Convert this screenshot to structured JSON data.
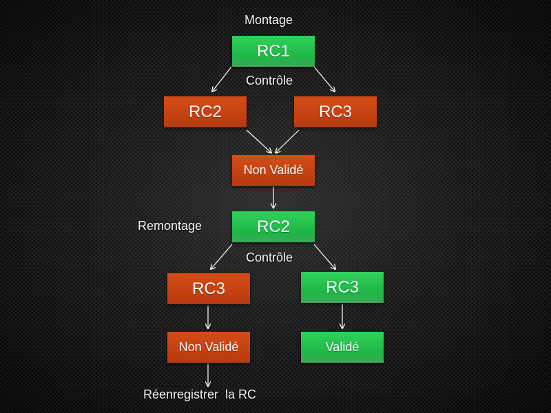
{
  "labels": {
    "montage": "Montage",
    "controle_1": "Contrôle",
    "remontage": "Remontage",
    "controle_2": "Contrôle",
    "reenregistrer": "Réenregistrer  la RC"
  },
  "nodes": {
    "rc1": "RC1",
    "rc2_first": "RC2",
    "rc3_first": "RC3",
    "non_valide_1": "Non Validé",
    "rc2_remontage": "RC2",
    "rc3_left": "RC3",
    "rc3_right": "RC3",
    "non_valide_2": "Non Validé",
    "valide": "Validé"
  },
  "colors": {
    "green": "#22c04e",
    "red": "#c6410f",
    "arrow": "#ffffff"
  }
}
